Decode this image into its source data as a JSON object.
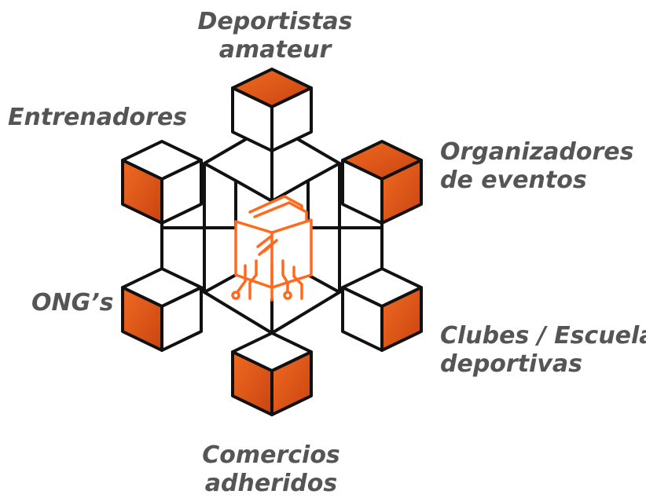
{
  "labels": {
    "top": [
      "Deportistas",
      "amateur"
    ],
    "top_left": [
      "Entrenadores"
    ],
    "top_right": [
      "Organizadores",
      "de eventos"
    ],
    "left": [
      "ONG’s"
    ],
    "bottom_right": [
      "Clubes / Escuelas",
      "deportivas"
    ],
    "bottom": [
      "Comercios",
      "adheridos"
    ]
  },
  "colors": {
    "accent": "#e8561a",
    "accent_dark": "#c94410",
    "line": "#111111",
    "label": "#555555",
    "center_icon": "#ff6a1f"
  },
  "center_icon": "portfolio-circuit-icon"
}
